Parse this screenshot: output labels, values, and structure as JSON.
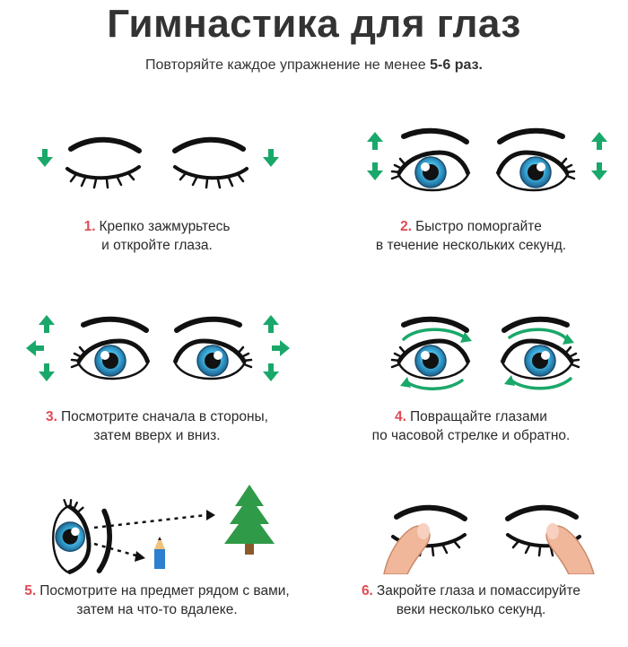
{
  "header": {
    "title": "Гимнастика для глаз",
    "subtitle_prefix": "Повторяйте каждое упражнение не менее",
    "subtitle_emphasis": "5-6 раз."
  },
  "exercises": [
    {
      "number": "1.",
      "line1": "Крепко зажмурьтесь",
      "line2": "и откройте глаза.",
      "icon": "closed-eyes-down-arrows"
    },
    {
      "number": "2.",
      "line1": "Быстро поморгайте",
      "line2": "в течение нескольких секунд.",
      "icon": "open-eyes-up-down-arrows"
    },
    {
      "number": "3.",
      "line1": "Посмотрите сначала в стороны,",
      "line2": "затем вверх и вниз.",
      "icon": "eyes-four-direction-arrows"
    },
    {
      "number": "4.",
      "line1": "Повращайте глазами",
      "line2": "по часовой стрелке и обратно.",
      "icon": "eyes-rotation-arrows"
    },
    {
      "number": "5.",
      "line1": "Посмотрите на предмет рядом с вами,",
      "line2": "затем на что-то вдалеке.",
      "icon": "eye-pencil-tree"
    },
    {
      "number": "6.",
      "line1": "Закройте глаза и помассируйте",
      "line2": "веки несколько секунд.",
      "icon": "closed-eyes-fingers"
    }
  ],
  "colors": {
    "accent_number": "#e04a55",
    "arrow_green": "#1aa86a",
    "iris_blue": "#39a9d8",
    "tree_green": "#2f9a48",
    "pencil_blue": "#2d7fd0",
    "skin": "#f1b79a"
  }
}
